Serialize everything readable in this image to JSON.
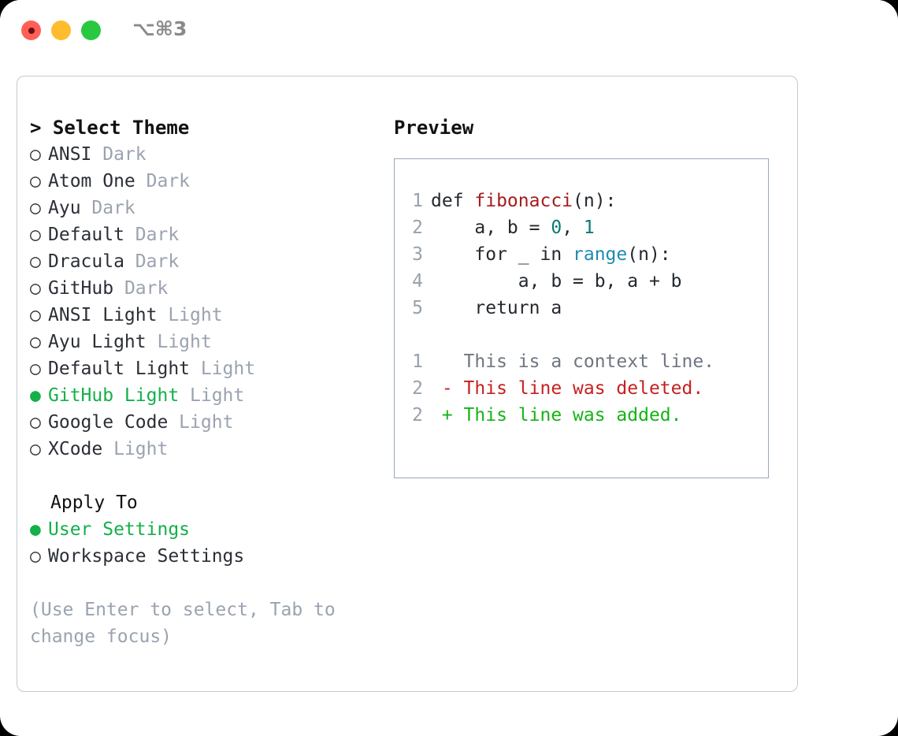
{
  "titlebar": {
    "shortcut": "⌥⌘3",
    "lights": [
      "close-red",
      "minimize-yellow",
      "zoom-green"
    ]
  },
  "theme_picker": {
    "heading": "> Select Theme",
    "options": [
      {
        "bullet": "○",
        "label": "ANSI",
        "tag": "Dark",
        "selected": false
      },
      {
        "bullet": "○",
        "label": "Atom One",
        "tag": "Dark",
        "selected": false
      },
      {
        "bullet": "○",
        "label": "Ayu",
        "tag": "Dark",
        "selected": false
      },
      {
        "bullet": "○",
        "label": "Default",
        "tag": "Dark",
        "selected": false
      },
      {
        "bullet": "○",
        "label": "Dracula",
        "tag": "Dark",
        "selected": false
      },
      {
        "bullet": "○",
        "label": "GitHub",
        "tag": "Dark",
        "selected": false
      },
      {
        "bullet": "○",
        "label": "ANSI Light",
        "tag": "Light",
        "selected": false
      },
      {
        "bullet": "○",
        "label": "Ayu Light",
        "tag": "Light",
        "selected": false
      },
      {
        "bullet": "○",
        "label": "Default Light",
        "tag": "Light",
        "selected": false
      },
      {
        "bullet": "●",
        "label": "GitHub Light",
        "tag": "Light",
        "selected": true
      },
      {
        "bullet": "○",
        "label": "Google Code",
        "tag": "Light",
        "selected": false
      },
      {
        "bullet": "○",
        "label": "XCode",
        "tag": "Light",
        "selected": false
      }
    ]
  },
  "apply_to": {
    "heading": "Apply To",
    "options": [
      {
        "bullet": "●",
        "label": "User Settings",
        "selected": true
      },
      {
        "bullet": "○",
        "label": "Workspace Settings",
        "selected": false
      }
    ]
  },
  "hint": "(Use Enter to select, Tab to change focus)",
  "preview": {
    "title": "Preview",
    "code_lines": [
      {
        "no": "1",
        "parts": [
          {
            "text": "def ",
            "cls": "code-text"
          },
          {
            "text": "fibonacci",
            "cls": "tok-fn"
          },
          {
            "text": "(n):",
            "cls": "code-text"
          }
        ]
      },
      {
        "no": "2",
        "parts": [
          {
            "text": "    a, b = ",
            "cls": "code-text"
          },
          {
            "text": "0",
            "cls": "tok-num"
          },
          {
            "text": ", ",
            "cls": "code-text"
          },
          {
            "text": "1",
            "cls": "tok-num"
          }
        ]
      },
      {
        "no": "3",
        "parts": [
          {
            "text": "    for _ in ",
            "cls": "code-text"
          },
          {
            "text": "range",
            "cls": "tok-builtin"
          },
          {
            "text": "(n):",
            "cls": "code-text"
          }
        ]
      },
      {
        "no": "4",
        "parts": [
          {
            "text": "        a, b = b, a + b",
            "cls": "code-text"
          }
        ]
      },
      {
        "no": "5",
        "parts": [
          {
            "text": "    return a",
            "cls": "code-text"
          }
        ]
      }
    ],
    "diff_lines": [
      {
        "no": "1",
        "parts": [
          {
            "text": "   This is a context line.",
            "cls": "tok-ctx"
          }
        ]
      },
      {
        "no": "2",
        "parts": [
          {
            "text": " - This line was deleted.",
            "cls": "tok-del"
          }
        ]
      },
      {
        "no": "2",
        "parts": [
          {
            "text": " + This line was added.",
            "cls": "tok-add"
          }
        ]
      }
    ]
  },
  "colors": {
    "selection_green": "#14b04a",
    "muted_gray": "#9aa3b0",
    "code_text": "#24292e",
    "function_red": "#a61c1c",
    "number_teal": "#0a7a73",
    "builtin_blue": "#1f8ab0",
    "diff_delete": "#c62020",
    "diff_add": "#17b317",
    "panel_border": "#9aa8b8",
    "card_border": "#c3cad3"
  }
}
